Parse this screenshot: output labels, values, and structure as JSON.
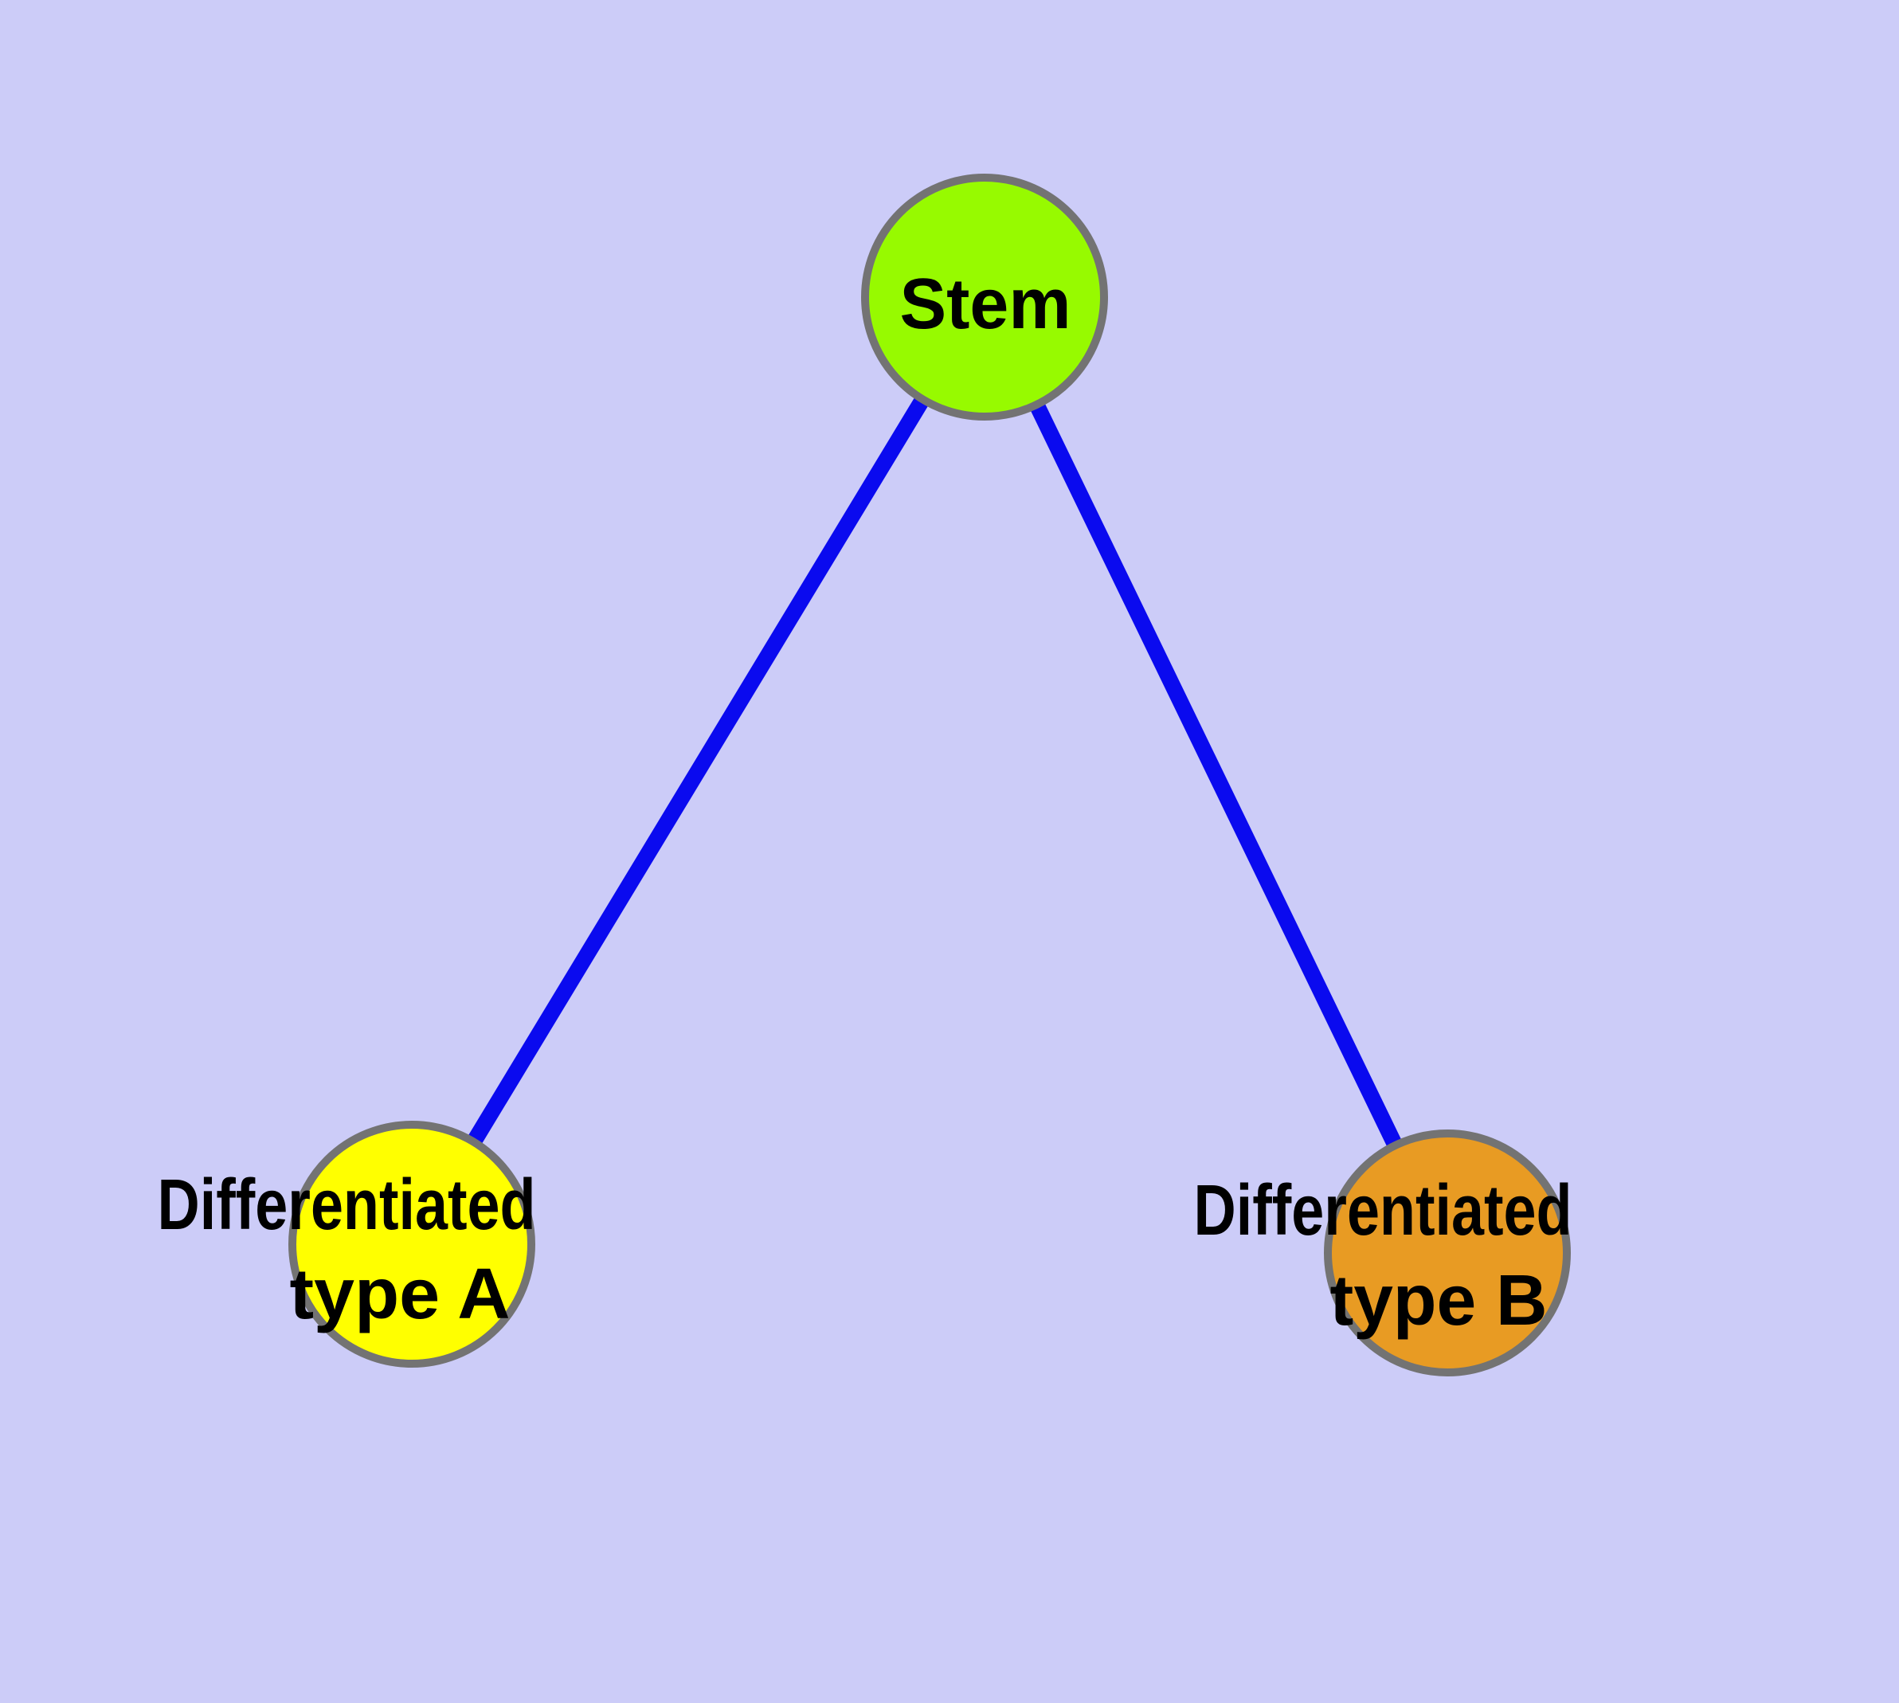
{
  "diagram": {
    "kind": "node-link graph",
    "background_color": "#CCCCF8",
    "node_border_color": "#737373",
    "edge_color": "#0A0AEF",
    "label_color": "#000000",
    "nodes": [
      {
        "id": "stem",
        "fill": "#97FA00",
        "label": "Stem",
        "label_lines": [
          "Stem"
        ]
      },
      {
        "id": "typeA",
        "fill": "#FFFF00",
        "label": "Differentiated type A",
        "label_lines": [
          "Differentiated",
          "type A"
        ]
      },
      {
        "id": "typeB",
        "fill": "#E89B23",
        "label": "Differentiated type B",
        "label_lines": [
          "Differentiated",
          "type B"
        ]
      }
    ],
    "edges": [
      {
        "from": "stem",
        "to": "typeA"
      },
      {
        "from": "stem",
        "to": "typeB"
      }
    ]
  }
}
